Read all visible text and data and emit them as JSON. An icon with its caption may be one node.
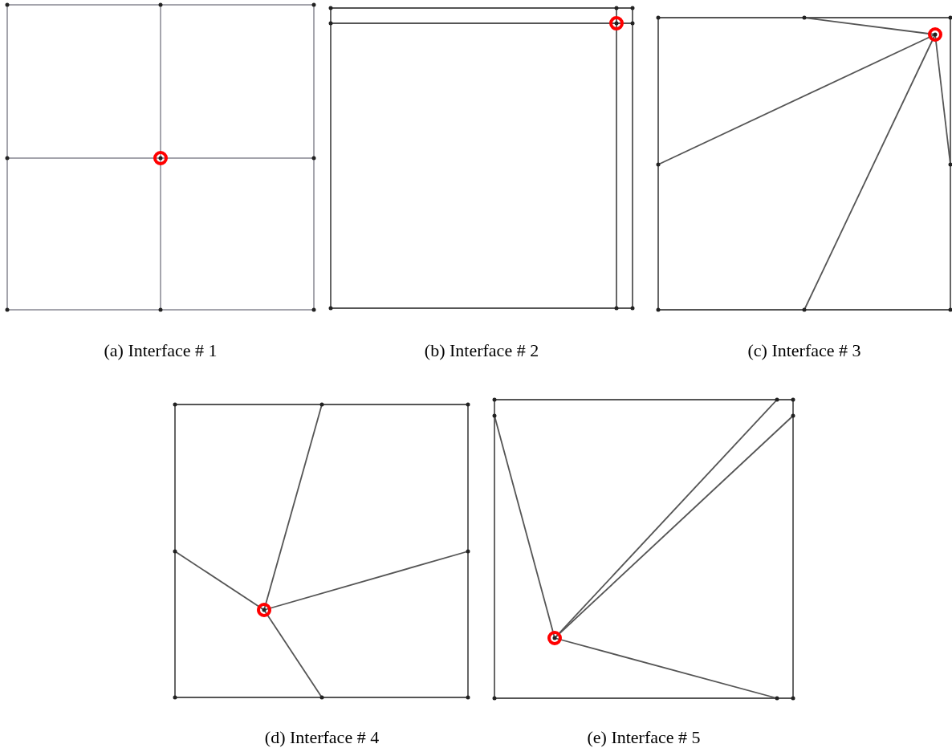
{
  "diagram": {
    "labels": [
      "(a) Interface # 1",
      "(b) Interface # 2",
      "(c) Interface # 3",
      "(d) Interface # 4",
      "(e) Interface # 5"
    ]
  }
}
